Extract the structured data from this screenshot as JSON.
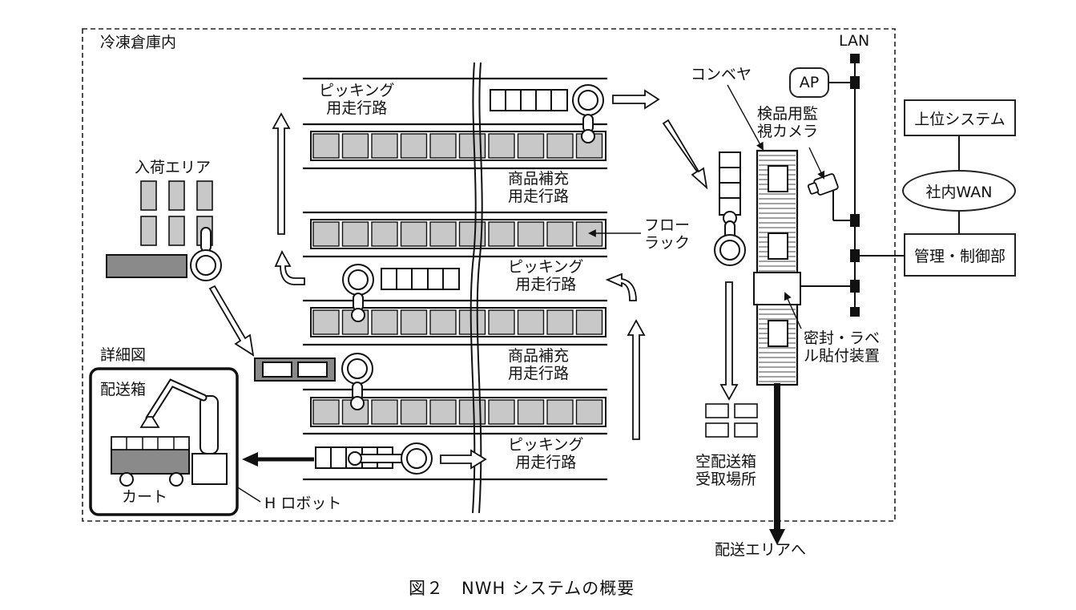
{
  "labels": {
    "warehouse": "冷凍倉庫内",
    "lan": "LAN",
    "ap": "AP",
    "conveyor": "コンベヤ",
    "camera": "検品用監\n視カメラ",
    "upper_system": "上位システム",
    "wan": "社内WAN",
    "control": "管理・制御部",
    "arrival": "入荷エリア",
    "picking1": "ピッキング\n用走行路",
    "replenish1": "商品補充\n用走行路",
    "flow_rack": "フロー\nラック",
    "picking2": "ピッキング\n用走行路",
    "replenish2": "商品補充\n用走行路",
    "picking3": "ピッキング\n用走行路",
    "detail": "詳細図",
    "delivery_box": "配送箱",
    "cart": "カート",
    "h_robot": "H ロボット",
    "empty_box": "空配送箱\n受取場所",
    "seal_label": "密封・ラベ\nル貼付装置",
    "to_delivery": "配送エリアへ"
  },
  "caption": "図２　NWH システムの概要",
  "colors": {
    "line": "#1a1a1a",
    "rack_fill": "#c8c8c8",
    "dark_fill": "#8a8a8a",
    "conveyor_fill": "#e6e6e6"
  }
}
